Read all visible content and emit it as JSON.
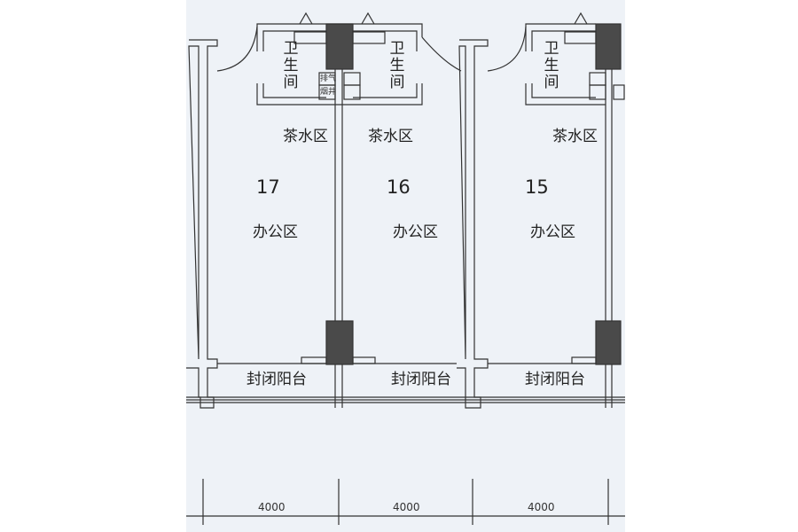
{
  "plan": {
    "units": [
      {
        "number": "17",
        "tea_area": "茶水区",
        "office_area": "办公区",
        "balcony": "封闭阳台"
      },
      {
        "number": "16",
        "tea_area": "茶水区",
        "office_area": "办公区",
        "balcony": "封闭阳台"
      },
      {
        "number": "15",
        "tea_area": "茶水区",
        "office_area": "办公区",
        "balcony": "封闭阳台"
      }
    ],
    "bathrooms": [
      "卫生间",
      "卫生间",
      "卫生间"
    ],
    "shafts": {
      "exhaust": "排气",
      "flue": "烟井"
    },
    "dimensions": [
      "4000",
      "4000",
      "4000"
    ]
  },
  "colors": {
    "background": "#eef2f7",
    "line": "#333333",
    "column": "#4a4a4a"
  }
}
